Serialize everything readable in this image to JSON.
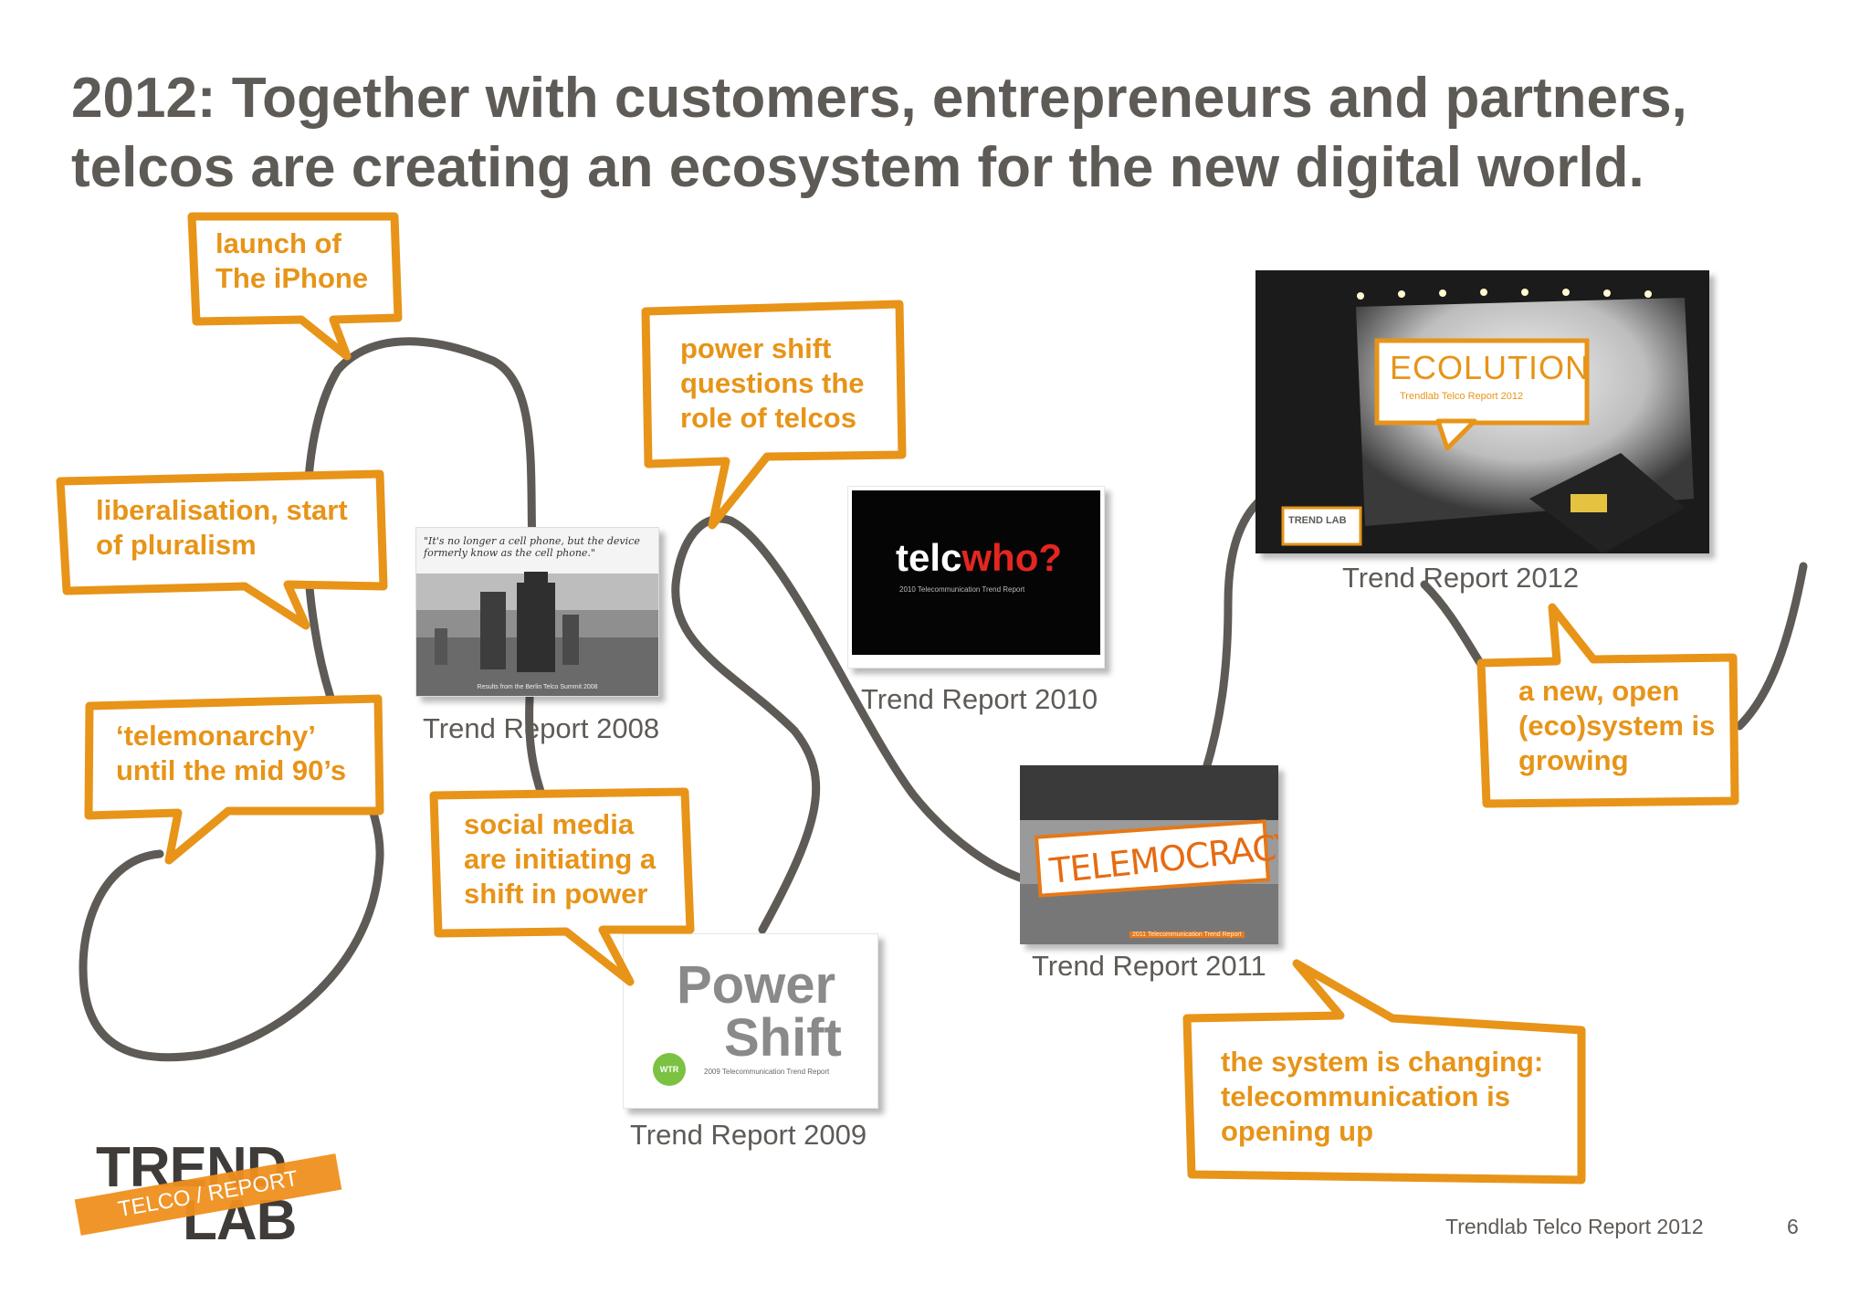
{
  "title": {
    "line1": "2012: Together with customers, entrepreneurs and partners,",
    "line2": "telcos are creating an ecosystem for the new digital world."
  },
  "bubbles": [
    {
      "id": "iphone",
      "lines": [
        "launch of",
        "The iPhone"
      ]
    },
    {
      "id": "power-shift",
      "lines": [
        "power shift",
        "questions the",
        "role of telcos"
      ]
    },
    {
      "id": "liberalisation",
      "lines": [
        "liberalisation, start",
        "of pluralism"
      ]
    },
    {
      "id": "telemonarchy",
      "lines": [
        "‘telemonarchy’",
        "until the mid 90’s"
      ]
    },
    {
      "id": "social-media",
      "lines": [
        "social media",
        "are initiating a",
        "shift in power"
      ]
    },
    {
      "id": "eco-system",
      "lines": [
        "a new, open",
        "(eco)system is",
        "growing"
      ]
    },
    {
      "id": "system-changing",
      "lines": [
        "the system is changing:",
        "telecommunication is",
        "opening up"
      ]
    }
  ],
  "reports": {
    "r2008": {
      "caption": "Trend Report 2008",
      "quote": "\"It's no longer a cell phone, but the device formerly know as the cell phone.\"",
      "footer": "Results from the Berlin Telco Summit 2008"
    },
    "r2009": {
      "caption": "Trend Report 2009",
      "word1": "Power",
      "word2": "Shift",
      "sub": "2009 Telecommunication Trend Report",
      "badge": "WTR"
    },
    "r2010": {
      "caption": "Trend Report 2010",
      "brand_a": "telc",
      "brand_b": "who?",
      "sub": "2010 Telecommunication Trend Report"
    },
    "r2011": {
      "caption": "Trend Report 2011",
      "sign": "TELEMOCRACY",
      "sub": "2011 Telecommunication Trend Report"
    },
    "r2012": {
      "caption": "Trend Report 2012",
      "heading": "ECOLUTION",
      "sub": "Trendlab Telco Report 2012",
      "tag": "TREND LAB"
    }
  },
  "logo": {
    "line1": "TREND",
    "line2": "LAB",
    "band": "TELCO / REPORT"
  },
  "footer": {
    "source": "Trendlab Telco Report 2012",
    "page": "6"
  },
  "colors": {
    "accent": "#e79418",
    "text": "#5e5a56",
    "line": "#5e5a56"
  }
}
